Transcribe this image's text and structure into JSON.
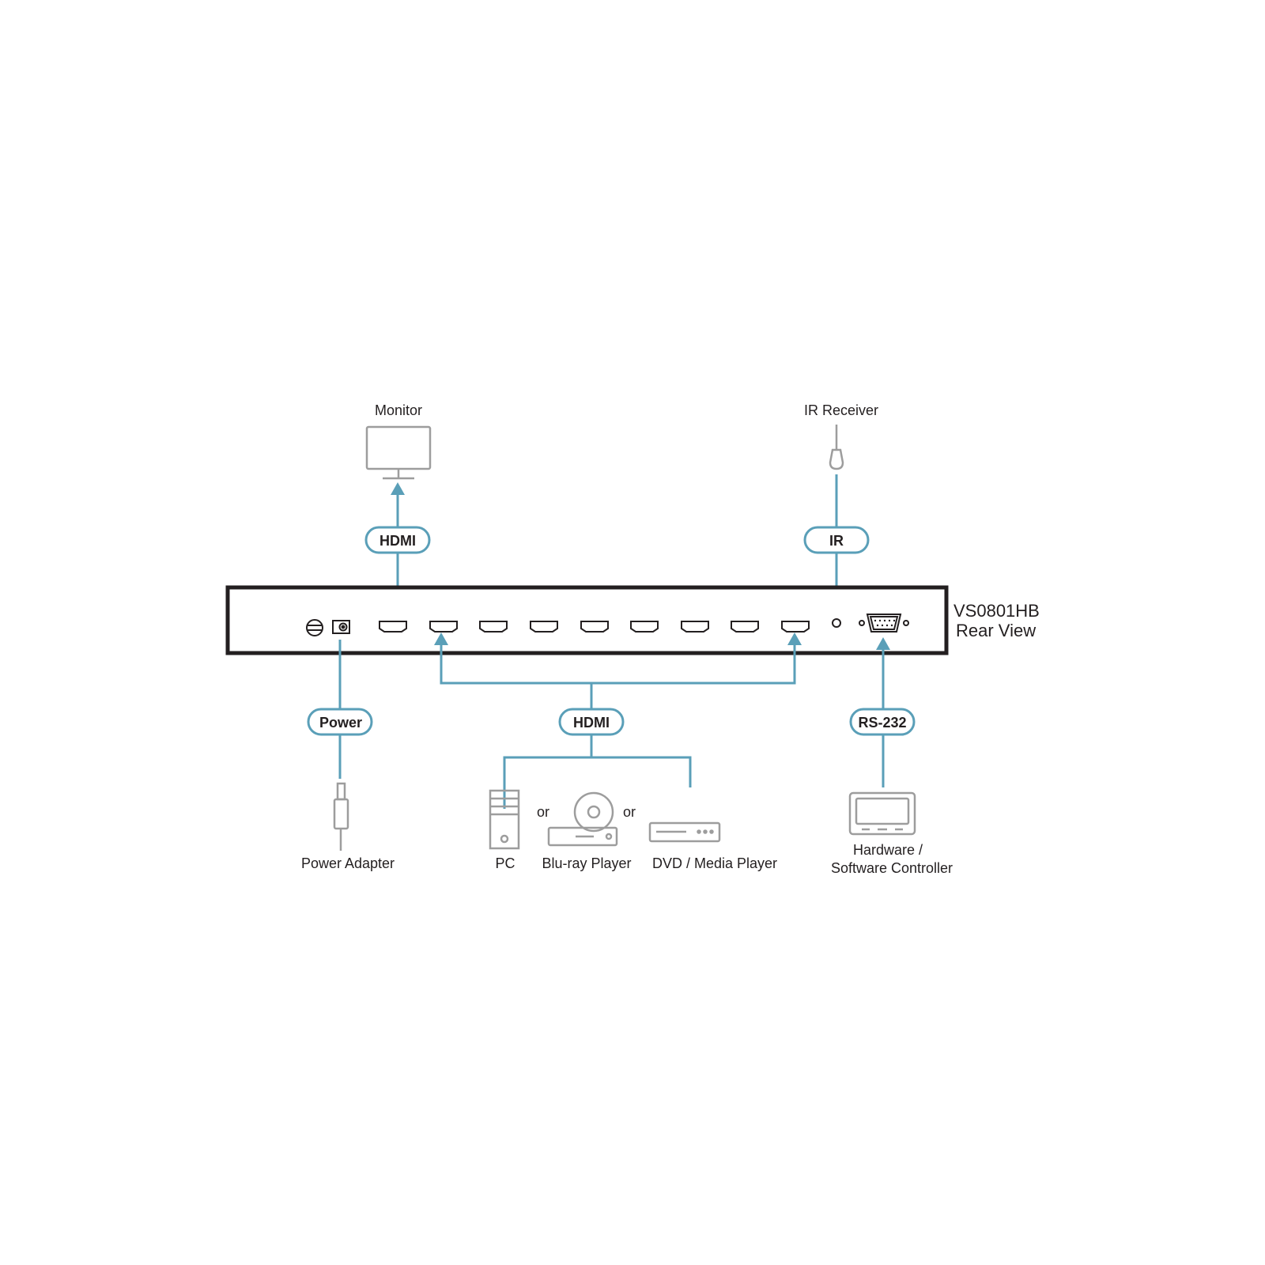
{
  "colors": {
    "connector": "#5a9fb8",
    "device": "#9d9d9d",
    "panel": "#231f20",
    "text": "#231f20"
  },
  "device": {
    "model": "VS0801HB",
    "view": "Rear View"
  },
  "labels": {
    "monitor": "Monitor",
    "ir_receiver": "IR Receiver",
    "power_adapter": "Power Adapter",
    "pc": "PC",
    "bluray_player": "Blu-ray Player",
    "dvd_media_player": "DVD / Media Player",
    "or_1": "or",
    "or_2": "or",
    "controller_line1": "Hardware /",
    "controller_line2": "Software Controller"
  },
  "connections": {
    "hdmi_out": "HDMI",
    "ir": "IR",
    "power": "Power",
    "hdmi_in": "HDMI",
    "rs232": "RS-232"
  },
  "icons": {
    "monitor": "monitor-icon",
    "ir_receiver": "ir-receiver-icon",
    "power_adapter": "power-plug-icon",
    "pc": "pc-tower-icon",
    "bluray": "bluray-player-icon",
    "dvd": "dvd-player-icon",
    "controller": "controller-icon",
    "ground": "ground-terminal-icon",
    "power_jack": "power-jack-icon",
    "hdmi_port": "hdmi-port-icon",
    "ir_port": "ir-port-icon",
    "rs232_port": "rs232-port-icon"
  },
  "hdmi_input_port_count": 8
}
